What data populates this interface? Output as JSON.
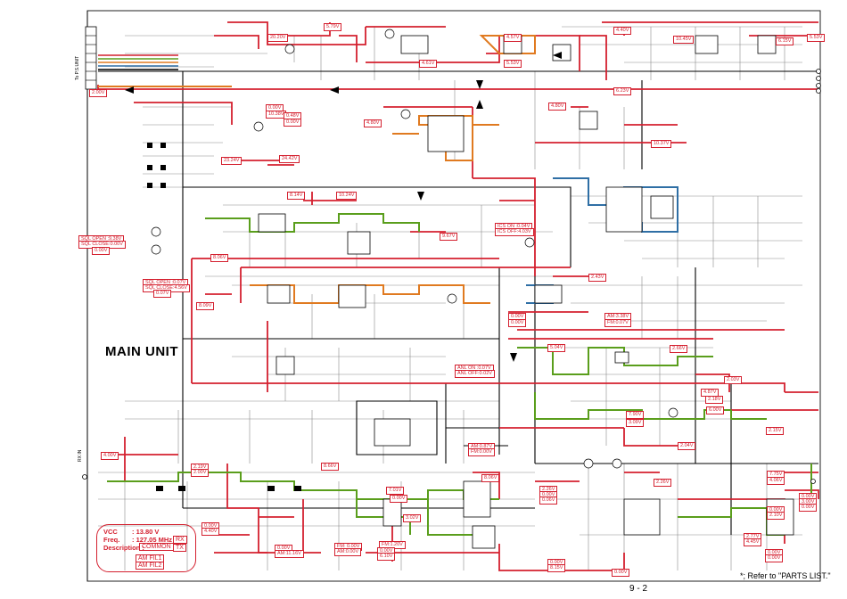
{
  "title": "MAIN UNIT",
  "page_number": "9 - 2",
  "footnote": "*; Refer to \"PARTS LIST.\"",
  "side_label": "To P.S.UNIT",
  "description_box": {
    "vcc_label": "VCC",
    "vcc_value": ": 13.80 V",
    "freq_label": "Freq.",
    "freq_value": ": 127.05 MHz",
    "desc_label": "Description :",
    "common": "COMMON",
    "rx": "RX",
    "tx": "TX",
    "am_fil1": "AM FIL1",
    "am_fil2": "AM FIL2"
  },
  "voltage_labels": [
    "5.79V",
    "20.20V",
    "4.57V",
    "4.61V",
    "5.53V",
    "4.40V",
    "10.45V",
    "6.15V",
    "5.53V",
    "0.00V",
    "10.38V",
    "0.48V",
    "0.00V",
    "4.80V",
    "6.23V",
    "4.80V",
    "10.37V",
    "23.24V",
    "24.42V",
    "8.14V",
    "10.24V",
    "ICS ON :0.04V",
    "ICS OFF:4.03V",
    "9.67V",
    "SQL OPEN :9.38V",
    "SQL CLOSE:0.00V",
    "0.00V",
    "SQL OPEN :0.07V",
    "SQL CLOSE:4.56V",
    "0.07V",
    "8.06V",
    "2.43V",
    "8.09V",
    "0.00V",
    "0.00V",
    "AM:3.38V",
    "FM:0.07V",
    "5.04V",
    "2.66V",
    "ANL ON :0.07V",
    "ANL OFF:0.02V",
    "2.03V",
    "4.87V",
    "2.18V",
    "7.90V",
    "6.00V",
    "3.09V",
    "2.15V",
    "2.04V",
    "4.00V",
    "AM:0.87V",
    "FM:0.00V",
    "2.19V",
    "2.00V",
    "8.66V",
    "8.06V",
    "7.01V",
    "2.26V",
    "0.00V",
    "0.06V",
    "0.00V",
    "3.02V",
    "2.26V",
    "7.75V",
    "4.06V",
    "0.00V",
    "3.00V",
    "0.00V",
    "4.40V",
    "0.00V",
    "2.10V",
    "0.00V",
    "AM:11.16V",
    "FM: 0.00V",
    "AM:0.00V",
    "FM:1.20V",
    "0.00V",
    "6.10V",
    "0.00V",
    "2.77V",
    "4.45V",
    "0.00V",
    "8.15V",
    "0.00V",
    "0.00V",
    "0.00V",
    "2.00V",
    "2.00V"
  ],
  "colors": {
    "supply_line": "#d4202f",
    "signal_green": "#5a9e1c",
    "signal_orange": "#e07a20",
    "signal_blue": "#2f6fa5",
    "wire": "#000000",
    "wire_gray": "#707070"
  }
}
